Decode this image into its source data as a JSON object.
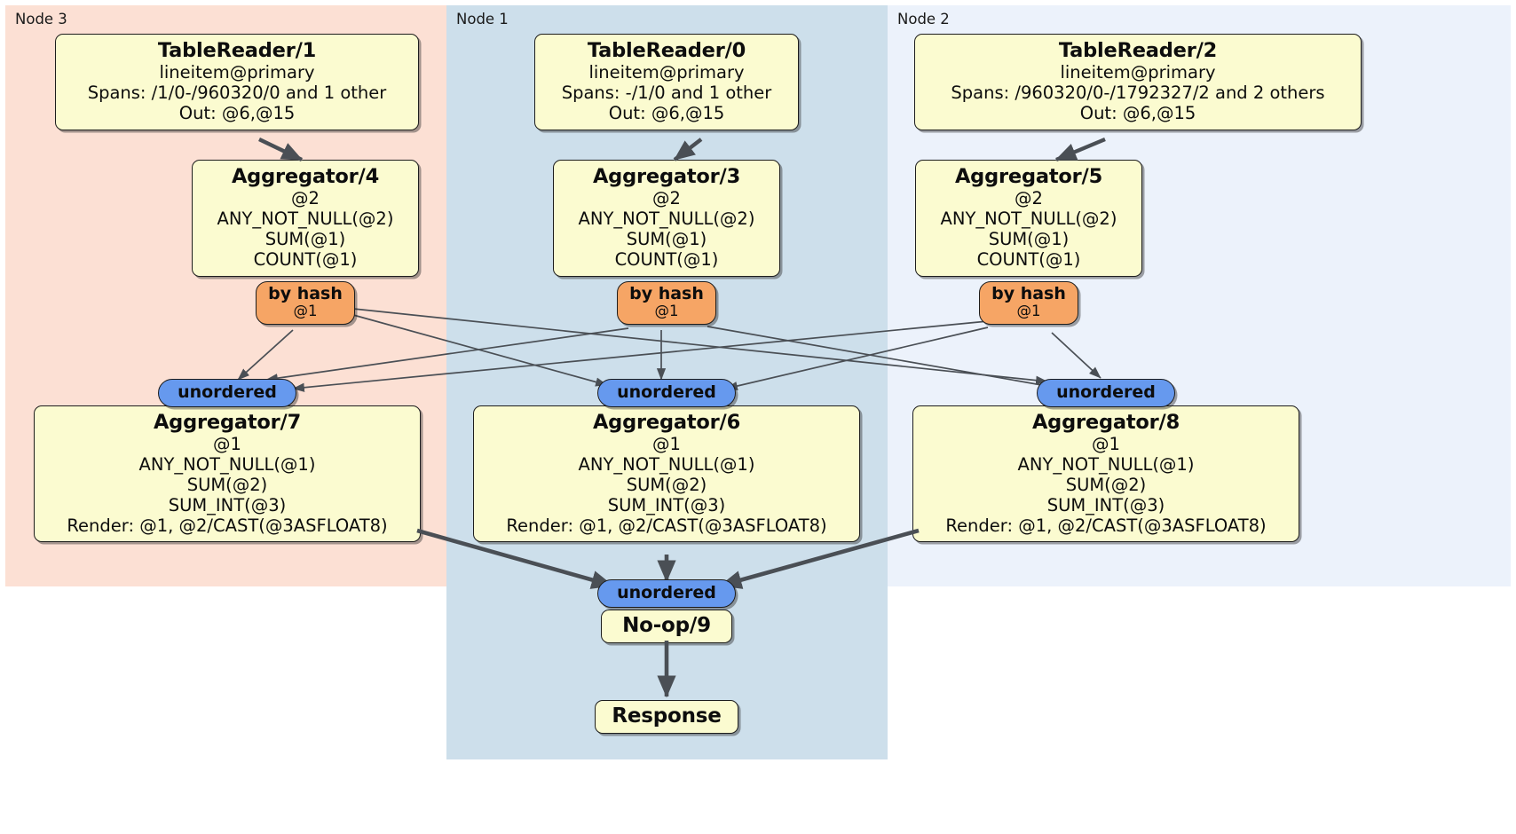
{
  "diagram": {
    "type": "distributed-query-plan",
    "nodes": [
      {
        "id": "node3",
        "label": "Node 3",
        "color": "#fce0d4"
      },
      {
        "id": "node1",
        "label": "Node 1",
        "color": "#cddfeb"
      },
      {
        "id": "node2",
        "label": "Node 2",
        "color": "#ecf2fb"
      }
    ],
    "processors": {
      "tablereader1": {
        "title": "TableReader/1",
        "lines": [
          "lineitem@primary",
          "Spans: /1/0-/960320/0 and 1 other",
          "Out: @6,@15"
        ]
      },
      "tablereader0": {
        "title": "TableReader/0",
        "lines": [
          "lineitem@primary",
          "Spans: -/1/0 and 1 other",
          "Out: @6,@15"
        ]
      },
      "tablereader2": {
        "title": "TableReader/2",
        "lines": [
          "lineitem@primary",
          "Spans: /960320/0-/1792327/2 and 2 others",
          "Out: @6,@15"
        ]
      },
      "aggregator4": {
        "title": "Aggregator/4",
        "lines": [
          "@2",
          "ANY_NOT_NULL(@2)",
          "SUM(@1)",
          "COUNT(@1)"
        ]
      },
      "aggregator3": {
        "title": "Aggregator/3",
        "lines": [
          "@2",
          "ANY_NOT_NULL(@2)",
          "SUM(@1)",
          "COUNT(@1)"
        ]
      },
      "aggregator5": {
        "title": "Aggregator/5",
        "lines": [
          "@2",
          "ANY_NOT_NULL(@2)",
          "SUM(@1)",
          "COUNT(@1)"
        ]
      },
      "aggregator7": {
        "title": "Aggregator/7",
        "lines": [
          "@1",
          "ANY_NOT_NULL(@1)",
          "SUM(@2)",
          "SUM_INT(@3)",
          "Render: @1, @2/CAST(@3ASFLOAT8)"
        ]
      },
      "aggregator6": {
        "title": "Aggregator/6",
        "lines": [
          "@1",
          "ANY_NOT_NULL(@1)",
          "SUM(@2)",
          "SUM_INT(@3)",
          "Render: @1, @2/CAST(@3ASFLOAT8)"
        ]
      },
      "aggregator8": {
        "title": "Aggregator/8",
        "lines": [
          "@1",
          "ANY_NOT_NULL(@1)",
          "SUM(@2)",
          "SUM_INT(@3)",
          "Render: @1, @2/CAST(@3ASFLOAT8)"
        ]
      },
      "noop9": {
        "title": "No-op/9"
      },
      "response": {
        "title": "Response"
      }
    },
    "routers": {
      "hash_left": {
        "title": "by hash",
        "sub": "@1"
      },
      "hash_center": {
        "title": "by hash",
        "sub": "@1"
      },
      "hash_right": {
        "title": "by hash",
        "sub": "@1"
      }
    },
    "synchronizers": {
      "unordered_left": {
        "label": "unordered"
      },
      "unordered_center": {
        "label": "unordered"
      },
      "unordered_right": {
        "label": "unordered"
      },
      "unordered_final": {
        "label": "unordered"
      }
    },
    "colors": {
      "processor_fill": "#fbfbd0",
      "router_fill": "#f6a565",
      "sync_fill": "#6699ee",
      "node3_fill": "#fce0d4",
      "node1_fill": "#cddfeb",
      "node2_fill": "#ecf2fb",
      "stroke": "#1d1d1d",
      "edge": "#4a4f55"
    }
  }
}
